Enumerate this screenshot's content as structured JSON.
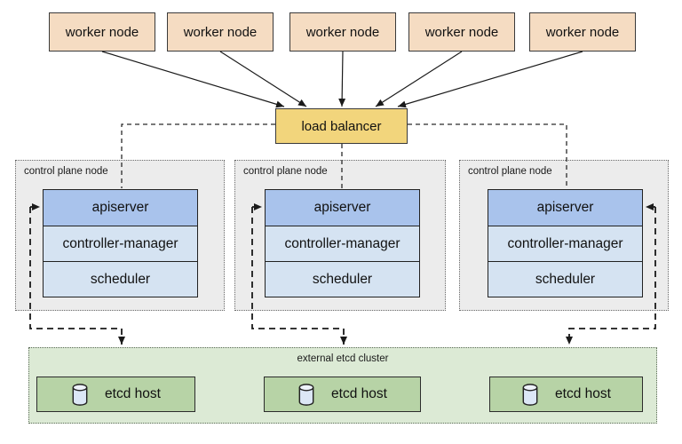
{
  "workers": [
    {
      "label": "worker node"
    },
    {
      "label": "worker node"
    },
    {
      "label": "worker node"
    },
    {
      "label": "worker node"
    },
    {
      "label": "worker node"
    }
  ],
  "load_balancer": {
    "label": "load balancer"
  },
  "control_planes": [
    {
      "label": "control plane node",
      "components": [
        {
          "label": "apiserver"
        },
        {
          "label": "controller-manager"
        },
        {
          "label": "scheduler"
        }
      ]
    },
    {
      "label": "control plane node",
      "components": [
        {
          "label": "apiserver"
        },
        {
          "label": "controller-manager"
        },
        {
          "label": "scheduler"
        }
      ]
    },
    {
      "label": "control plane node",
      "components": [
        {
          "label": "apiserver"
        },
        {
          "label": "controller-manager"
        },
        {
          "label": "scheduler"
        }
      ]
    }
  ],
  "etcd_cluster": {
    "label": "external etcd cluster",
    "hosts": [
      {
        "label": "etcd host"
      },
      {
        "label": "etcd host"
      },
      {
        "label": "etcd host"
      }
    ]
  },
  "edges": [
    {
      "from": "worker node (each of 5)",
      "to": "load balancer",
      "style": "solid-arrow"
    },
    {
      "from": "load balancer",
      "to": "apiserver (each control plane node)",
      "style": "dashed"
    },
    {
      "from": "apiserver (each control plane node)",
      "to": "external etcd cluster",
      "style": "dashed-double-arrow"
    }
  ],
  "colors": {
    "worker_fill": "#f5dcc2",
    "load_balancer_fill": "#f2d57c",
    "control_plane_fill": "#ececec",
    "apiserver_fill": "#a9c3ec",
    "component_fill": "#d5e3f2",
    "etcd_cluster_fill": "#dcead5",
    "etcd_host_fill": "#b7d3a6",
    "line": "#1a1a1a"
  }
}
